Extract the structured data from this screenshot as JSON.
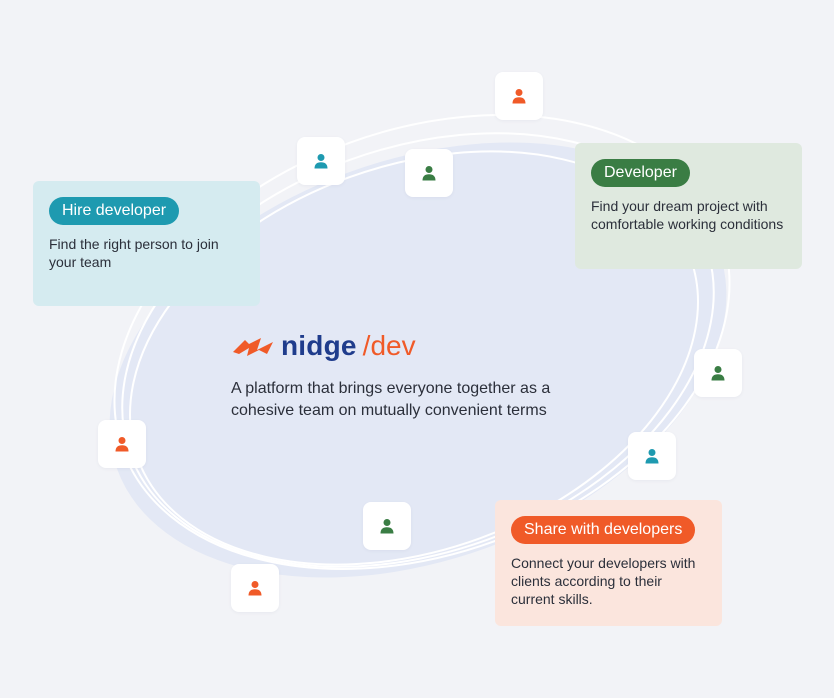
{
  "brand": {
    "name": "nidge",
    "slash": "/",
    "suffix": "dev",
    "tagline": "A platform that brings everyone together as a cohesive team on mutually convenient terms"
  },
  "cards": {
    "hire": {
      "label": "Hire developer",
      "text": "Find the right person to join your team",
      "color": "#1e9ab0",
      "bg": "#d5ebf0"
    },
    "developer": {
      "label": "Developer",
      "text": "Find your dream project with comfortable working conditions",
      "color": "#3a7d44",
      "bg": "#dfe9df"
    },
    "share": {
      "label": "Share with developers",
      "text": "Connect your developers with clients according to their current skills.",
      "color": "#f05a28",
      "bg": "#fbe5dd"
    }
  },
  "avatars": [
    {
      "icon": "person-icon",
      "color": "#f05a28"
    },
    {
      "icon": "person-icon",
      "color": "#1e9ab0"
    },
    {
      "icon": "person-icon",
      "color": "#3a7d44"
    },
    {
      "icon": "person-icon",
      "color": "#3a7d44"
    },
    {
      "icon": "person-icon",
      "color": "#1e9ab0"
    },
    {
      "icon": "person-icon",
      "color": "#f05a28"
    },
    {
      "icon": "person-icon",
      "color": "#3a7d44"
    },
    {
      "icon": "person-icon",
      "color": "#f05a28"
    }
  ]
}
